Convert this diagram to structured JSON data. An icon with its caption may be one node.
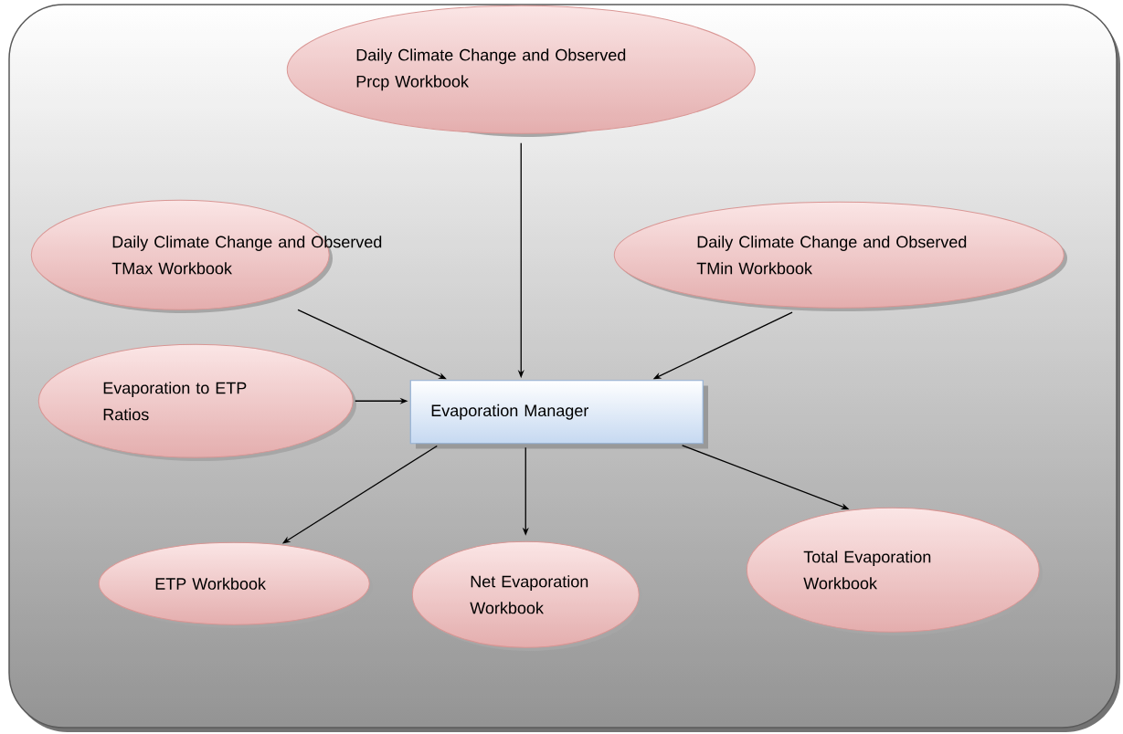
{
  "diagram": {
    "nodes": [
      {
        "text": [],
        "shape": "box"
      },
      {
        "text": [
          "Daily Climate Change and Observed Prcp Workbook"
        ],
        "in": 0
      },
      {
        "text": [
          "Daily Climate Change and Observed TMax Workbook"
        ],
        "in": 0
      },
      {
        "text": [
          "Daily Climate Change and Observed TMin Workbook"
        ],
        "in": 0
      },
      {
        "text": [
          "Evaporation to ETP Ratios"
        ],
        "in": 0
      },
      {
        "text": [
          "Evaporation Manager"
        ],
        "in": 0
      },
      {
        "text": [
          "ETP Workbook"
        ],
        "in": 0
      },
      {
        "text": [
          "Net Evaporation Workbook"
        ],
        "in": 0
      },
      {
        "text": [
          "Total Evaporation Workbook"
        ],
        "in": 0
      }
    ],
    "edges": [
      {
        "from": 1,
        "to": 5,
        "arrow": "to"
      },
      {
        "from": 2,
        "to": 5,
        "arrow": "to"
      },
      {
        "from": 3,
        "to": 5,
        "arrow": "to"
      },
      {
        "from": 4,
        "to": 5,
        "arrow": "to"
      },
      {
        "from": 5,
        "to": 6,
        "arrow": "to"
      },
      {
        "from": 5,
        "to": 7,
        "arrow": "to"
      },
      {
        "from": 5,
        "to": 8,
        "arrow": "to"
      }
    ]
  }
}
